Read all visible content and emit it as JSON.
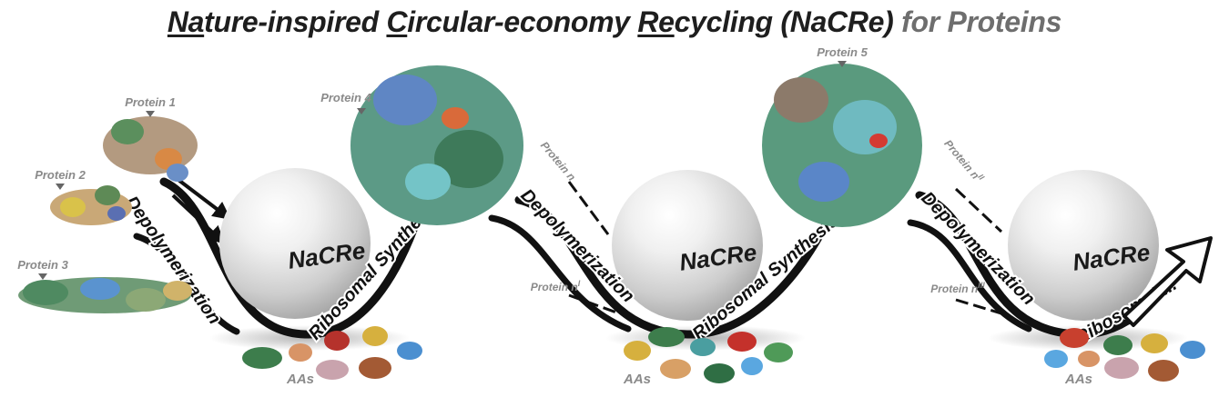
{
  "title": {
    "p1": "Na",
    "p2": "ture-inspired ",
    "p3": "C",
    "p4": "ircular-economy ",
    "p5": "Re",
    "p6": "cycling (NaCRe)",
    "p7": " for Proteins"
  },
  "colors": {
    "arrow": "#111111",
    "label_grey": "#8a8a8a",
    "title_grey": "#6e6e6e"
  },
  "spheres": [
    "NaCRe",
    "NaCRe",
    "NaCRe"
  ],
  "processes": {
    "depoly": [
      "Depolymerization",
      "Depolymerization",
      "Depolymerization"
    ],
    "synth": [
      "Ribosomal Synthesis",
      "Ribosomal Synthesis",
      "Ribosomal ..."
    ]
  },
  "protein_labels": {
    "p1": "Protein 1",
    "p2": "Protein 2",
    "p3": "Protein 3",
    "p4": "Protein 4",
    "p5": "Protein 5",
    "n_a": "Protein n",
    "n_a_sup": "",
    "n_b": "Protein n",
    "n_b_sup": "I",
    "n_c": "Protein n",
    "n_c_sup": "II",
    "n_d": "Protein n",
    "n_d_sup": "III"
  },
  "amino_acids": [
    "AAs",
    "AAs",
    "AAs"
  ]
}
